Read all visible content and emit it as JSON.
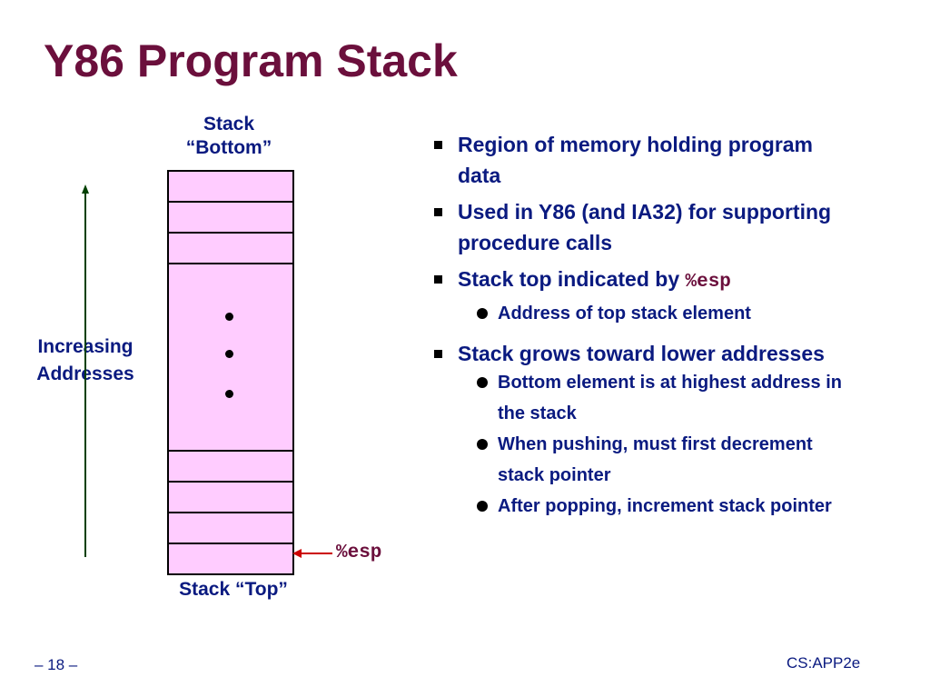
{
  "title": "Y86 Program Stack",
  "diagram": {
    "stack_bottom_label_line1": "Stack",
    "stack_bottom_label_line2": "“Bottom”",
    "stack_top_label": "Stack “Top”",
    "increasing_line1": "Increasing",
    "increasing_line2": "Addresses",
    "esp_label": "%esp",
    "colors": {
      "cell_fill": "#ffccff",
      "arrow": "#004000",
      "esp_arrow": "#cc0000",
      "text": "#0a1a80",
      "title": "#6b0f3c"
    }
  },
  "bullets": {
    "b1": "Region of memory holding program data",
    "b2": "Used in Y86 (and IA32) for supporting procedure calls",
    "b3_text": "Stack top indicated by ",
    "b3_code": "%esp",
    "b3_sub1": "Address of top stack element",
    "b4": "Stack grows toward lower addresses",
    "b4_sub1": "Bottom element is at highest address in the stack",
    "b4_sub2": "When pushing, must first decrement stack pointer",
    "b4_sub3": "After popping, increment stack pointer"
  },
  "footer": {
    "page": "– 18 –",
    "course": "CS:APP2e"
  }
}
